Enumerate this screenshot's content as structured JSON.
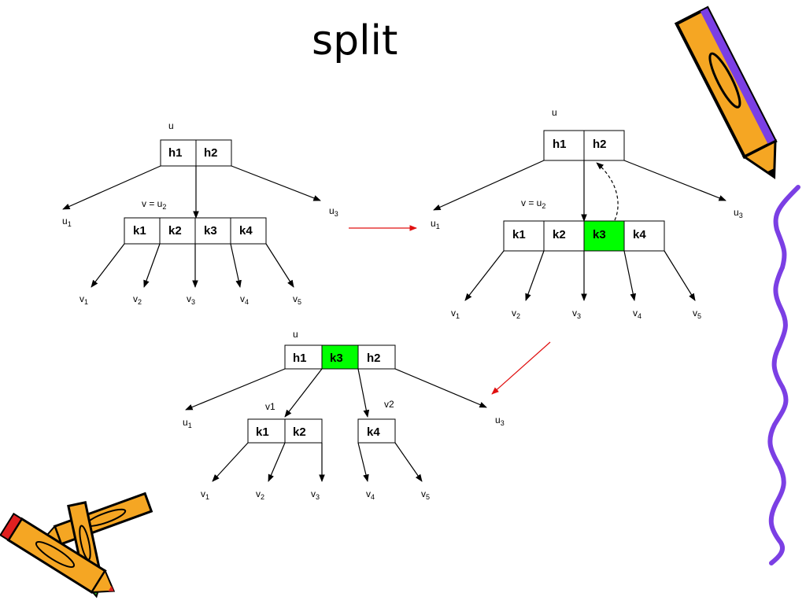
{
  "slide": {
    "title": "split",
    "accent_color": "#00ff00",
    "highlight_arrow_color": "#e01010",
    "decor_color": "#8844ee"
  },
  "panels": {
    "before": {
      "parent_label": "u",
      "parent_cells": [
        "h1",
        "h2"
      ],
      "node_label": {
        "base": "v = u",
        "sub": "2"
      },
      "left_sibling": {
        "base": "u",
        "sub": "1"
      },
      "right_sibling": {
        "base": "u",
        "sub": "3"
      },
      "child_cells": [
        "k1",
        "k2",
        "k3",
        "k4"
      ],
      "leaves": [
        {
          "base": "v",
          "sub": "1"
        },
        {
          "base": "v",
          "sub": "2"
        },
        {
          "base": "v",
          "sub": "3"
        },
        {
          "base": "v",
          "sub": "4"
        },
        {
          "base": "v",
          "sub": "5"
        }
      ]
    },
    "middle": {
      "parent_label": "u",
      "parent_cells": [
        "h1",
        "h2"
      ],
      "node_label": {
        "base": "v = u",
        "sub": "2"
      },
      "left_sibling": {
        "base": "u",
        "sub": "1"
      },
      "right_sibling": {
        "base": "u",
        "sub": "3"
      },
      "child_cells": [
        "k1",
        "k2",
        "k3",
        "k4"
      ],
      "highlighted_cell": "k3",
      "leaves": [
        {
          "base": "v",
          "sub": "1"
        },
        {
          "base": "v",
          "sub": "2"
        },
        {
          "base": "v",
          "sub": "3"
        },
        {
          "base": "v",
          "sub": "4"
        },
        {
          "base": "v",
          "sub": "5"
        }
      ]
    },
    "after": {
      "parent_label": "u",
      "parent_cells": [
        "h1",
        "k3",
        "h2"
      ],
      "highlighted_cell": "k3",
      "left_sibling": {
        "base": "u",
        "sub": "1"
      },
      "right_sibling": {
        "base": "u",
        "sub": "3"
      },
      "left_child_label": "v1",
      "right_child_label": "v2",
      "left_child_cells": [
        "k1",
        "k2"
      ],
      "right_child_cells": [
        "k4"
      ],
      "leaves": [
        {
          "base": "v",
          "sub": "1"
        },
        {
          "base": "v",
          "sub": "2"
        },
        {
          "base": "v",
          "sub": "3"
        },
        {
          "base": "v",
          "sub": "4"
        },
        {
          "base": "v",
          "sub": "5"
        }
      ]
    }
  }
}
